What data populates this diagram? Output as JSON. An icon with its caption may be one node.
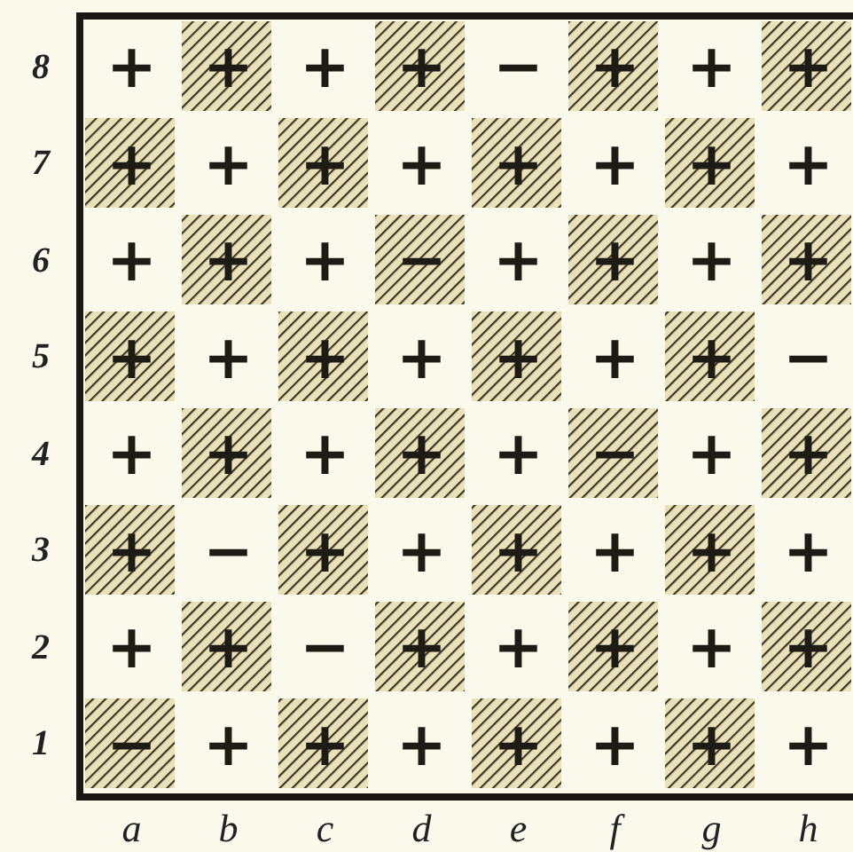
{
  "diagram": {
    "labels": [
      "8",
      "+",
      "+",
      "+",
      "+",
      "−",
      "+",
      "+",
      "+",
      "7",
      "+",
      "+",
      "+",
      "+",
      "+",
      "+",
      "+",
      "+",
      "6",
      "+",
      "+",
      "+",
      "−",
      "+",
      "+",
      "+",
      "+",
      "5",
      "+",
      "+",
      "+",
      "+",
      "+",
      "+",
      "+",
      "−",
      "4",
      "+",
      "+",
      "+",
      "+",
      "+",
      "−",
      "+",
      "+",
      "3",
      "+",
      "−",
      "+",
      "+",
      "+",
      "+",
      "+",
      "+",
      "2",
      "+",
      "+",
      "−",
      "+",
      "+",
      "+",
      "+",
      "+",
      "1",
      "−",
      "+",
      "+",
      "+",
      "+",
      "+",
      "+",
      "+",
      "a",
      "b",
      "c",
      "d",
      "e",
      "f",
      "g",
      "h"
    ]
  }
}
